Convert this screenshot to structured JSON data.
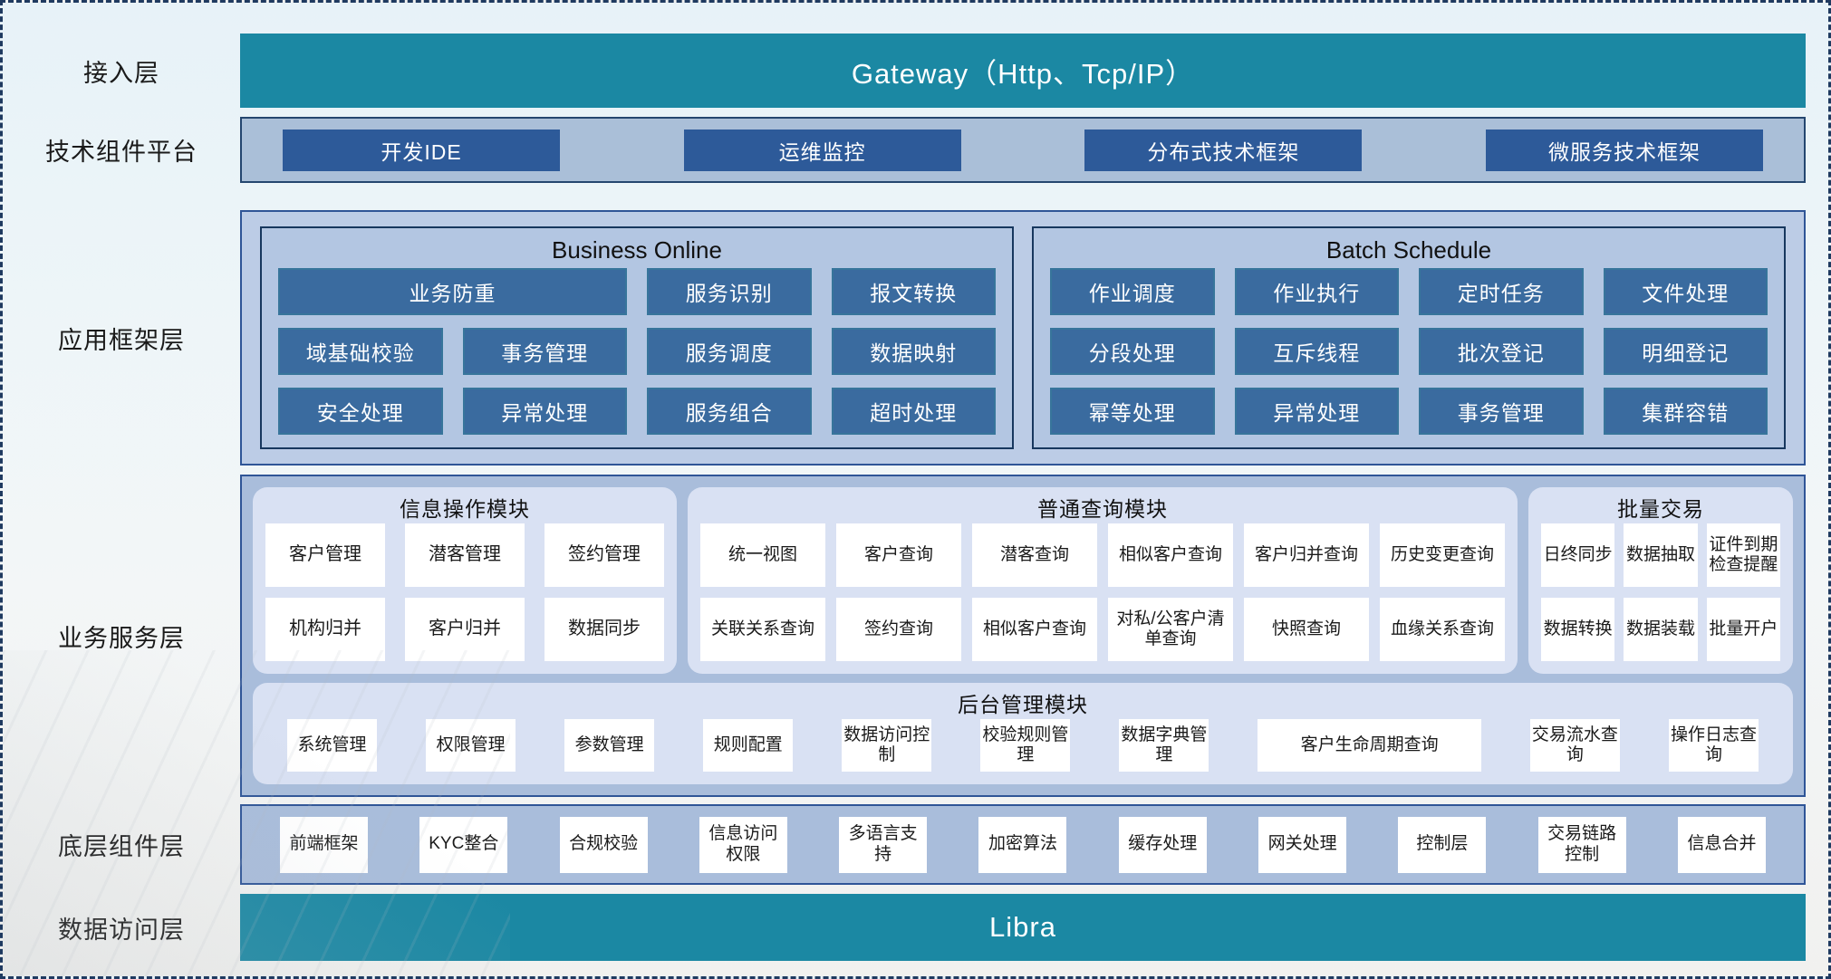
{
  "colors": {
    "teal_bar": "#1B88A3",
    "dark_blue_button": "#2D5A99",
    "steel_blue_button": "#3A6B9F",
    "light_panel": "#AABFD8",
    "framework_panel": "#BCCCE6",
    "module_panel": "#D9E1F3",
    "frame_border": "#1F3A60"
  },
  "access": {
    "label": "接入层",
    "bar": "Gateway（Http、Tcp/IP）"
  },
  "tech": {
    "label": "技术组件平台",
    "items": [
      "开发IDE",
      "运维监控",
      "分布式技术框架",
      "微服务技术框架"
    ]
  },
  "app": {
    "label": "应用框架层",
    "business_online": {
      "title": "Business Online",
      "items": [
        {
          "label": "业务防重",
          "span": 2
        },
        "服务识别",
        "报文转换",
        "域基础校验",
        "事务管理",
        "服务调度",
        "数据映射",
        "安全处理",
        "异常处理",
        "服务组合",
        "超时处理"
      ]
    },
    "batch_schedule": {
      "title": "Batch Schedule",
      "items": [
        "作业调度",
        "作业执行",
        "定时任务",
        "文件处理",
        "分段处理",
        "互斥线程",
        "批次登记",
        "明细登记",
        "幂等处理",
        "异常处理",
        "事务管理",
        "集群容错"
      ]
    }
  },
  "svc": {
    "label": "业务服务层",
    "modules": [
      {
        "title": "信息操作模块",
        "items": [
          "客户管理",
          "潜客管理",
          "签约管理",
          "机构归并",
          "客户归并",
          "数据同步"
        ]
      },
      {
        "title": "普通查询模块",
        "items": [
          "统一视图",
          "客户查询",
          "潜客查询",
          "相似客户查询",
          "客户归并查询",
          "历史变更查询",
          "关联关系查询",
          "签约查询",
          "相似客户查询",
          "对私/公客户清单查询",
          "快照查询",
          "血缘关系查询"
        ]
      },
      {
        "title": "批量交易",
        "items": [
          "日终同步",
          "数据抽取",
          "证件到期检查提醒",
          "数据转换",
          "数据装载",
          "批量开户"
        ]
      }
    ],
    "admin": {
      "title": "后台管理模块",
      "items": [
        "系统管理",
        "权限管理",
        "参数管理",
        "规则配置",
        "数据访问控制",
        "校验规则管理",
        "数据字典管理",
        {
          "label": "客户生命周期查询",
          "wide": true
        },
        "交易流水查询",
        "操作日志查询"
      ]
    }
  },
  "base": {
    "label": "底层组件层",
    "items": [
      "前端框架",
      "KYC整合",
      "合规校验",
      "信息访问权限",
      "多语言支持",
      "加密算法",
      "缓存处理",
      "网关处理",
      "控制层",
      "交易链路控制",
      "信息合并"
    ]
  },
  "dal": {
    "label": "数据访问层",
    "bar": "Libra"
  }
}
